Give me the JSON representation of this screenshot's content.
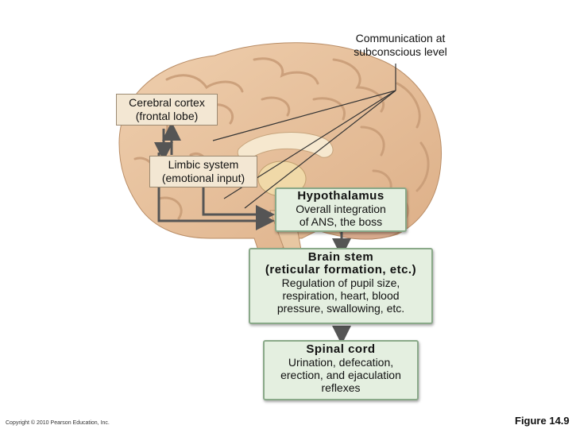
{
  "labels": {
    "subconscious": {
      "line1": "Communication at",
      "line2": "subconscious level"
    },
    "cortex": {
      "line1": "Cerebral cortex",
      "line2": "(frontal lobe)"
    },
    "limbic": {
      "line1": "Limbic system",
      "line2": "(emotional input)"
    }
  },
  "boxes": {
    "hypothalamus": {
      "title": "Hypothalamus",
      "line1": "Overall integration",
      "line2": "of ANS, the boss"
    },
    "brainstem": {
      "title1": "Brain stem",
      "title2": "(reticular formation, etc.)",
      "line1": "Regulation of pupil size,",
      "line2": "respiration, heart, blood",
      "line3": "pressure, swallowing, etc."
    },
    "spinalcord": {
      "title": "Spinal cord",
      "line1": "Urination, defecation,",
      "line2": "erection, and ejaculation",
      "line3": "reflexes"
    }
  },
  "footer": {
    "copyright": "Copyright © 2010 Pearson Education, Inc.",
    "figure": "Figure 14.9"
  },
  "colors": {
    "brain": "#e9c39e",
    "gyri_lines": "#c99d78",
    "box_fill": "#e4efe0",
    "box_border": "#8aa989",
    "arrow": "#555555"
  }
}
